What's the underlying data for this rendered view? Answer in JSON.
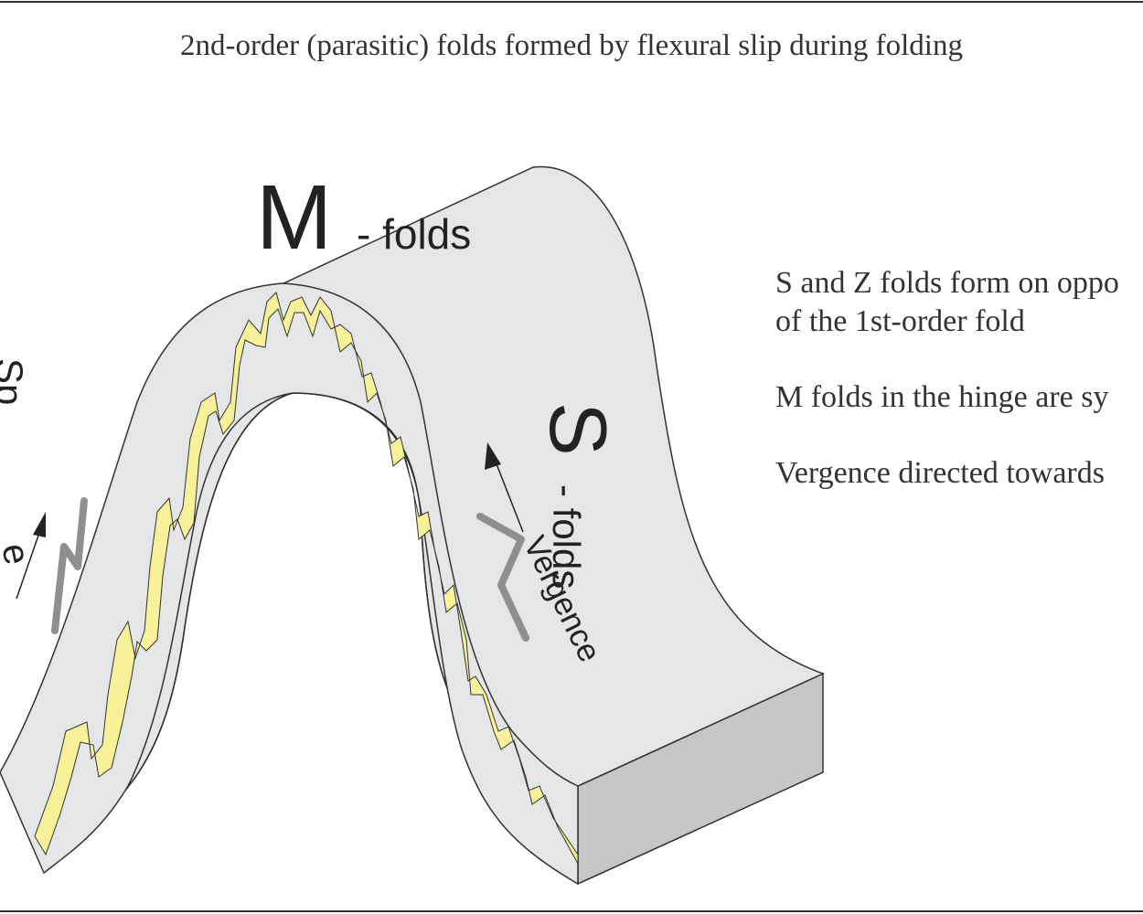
{
  "title": "2nd-order (parasitic) folds formed by flexural slip during folding",
  "labels": {
    "m_letter": "M",
    "m_suffix": "- folds",
    "s_letter": "S",
    "s_suffix": "- folds",
    "vergence_right": "Vergence",
    "left_edge_top": "Sp",
    "left_edge_bottom": "e"
  },
  "notes": [
    "S and Z folds form on oppo",
    "of the 1st-order fold",
    "M folds in the hinge are sy",
    "Vergence directed towards"
  ],
  "colors": {
    "layer_fill": "#e5e6e7",
    "end_face_fill": "#c5c6c8",
    "marker_bed": "#f7f29a",
    "outline": "#333333",
    "vergence_symbol": "#8f8f8f"
  },
  "icons": {
    "vergence_arrow": "arrow-icon",
    "parasitic_fold_symbol": "fold-symbol-icon"
  }
}
